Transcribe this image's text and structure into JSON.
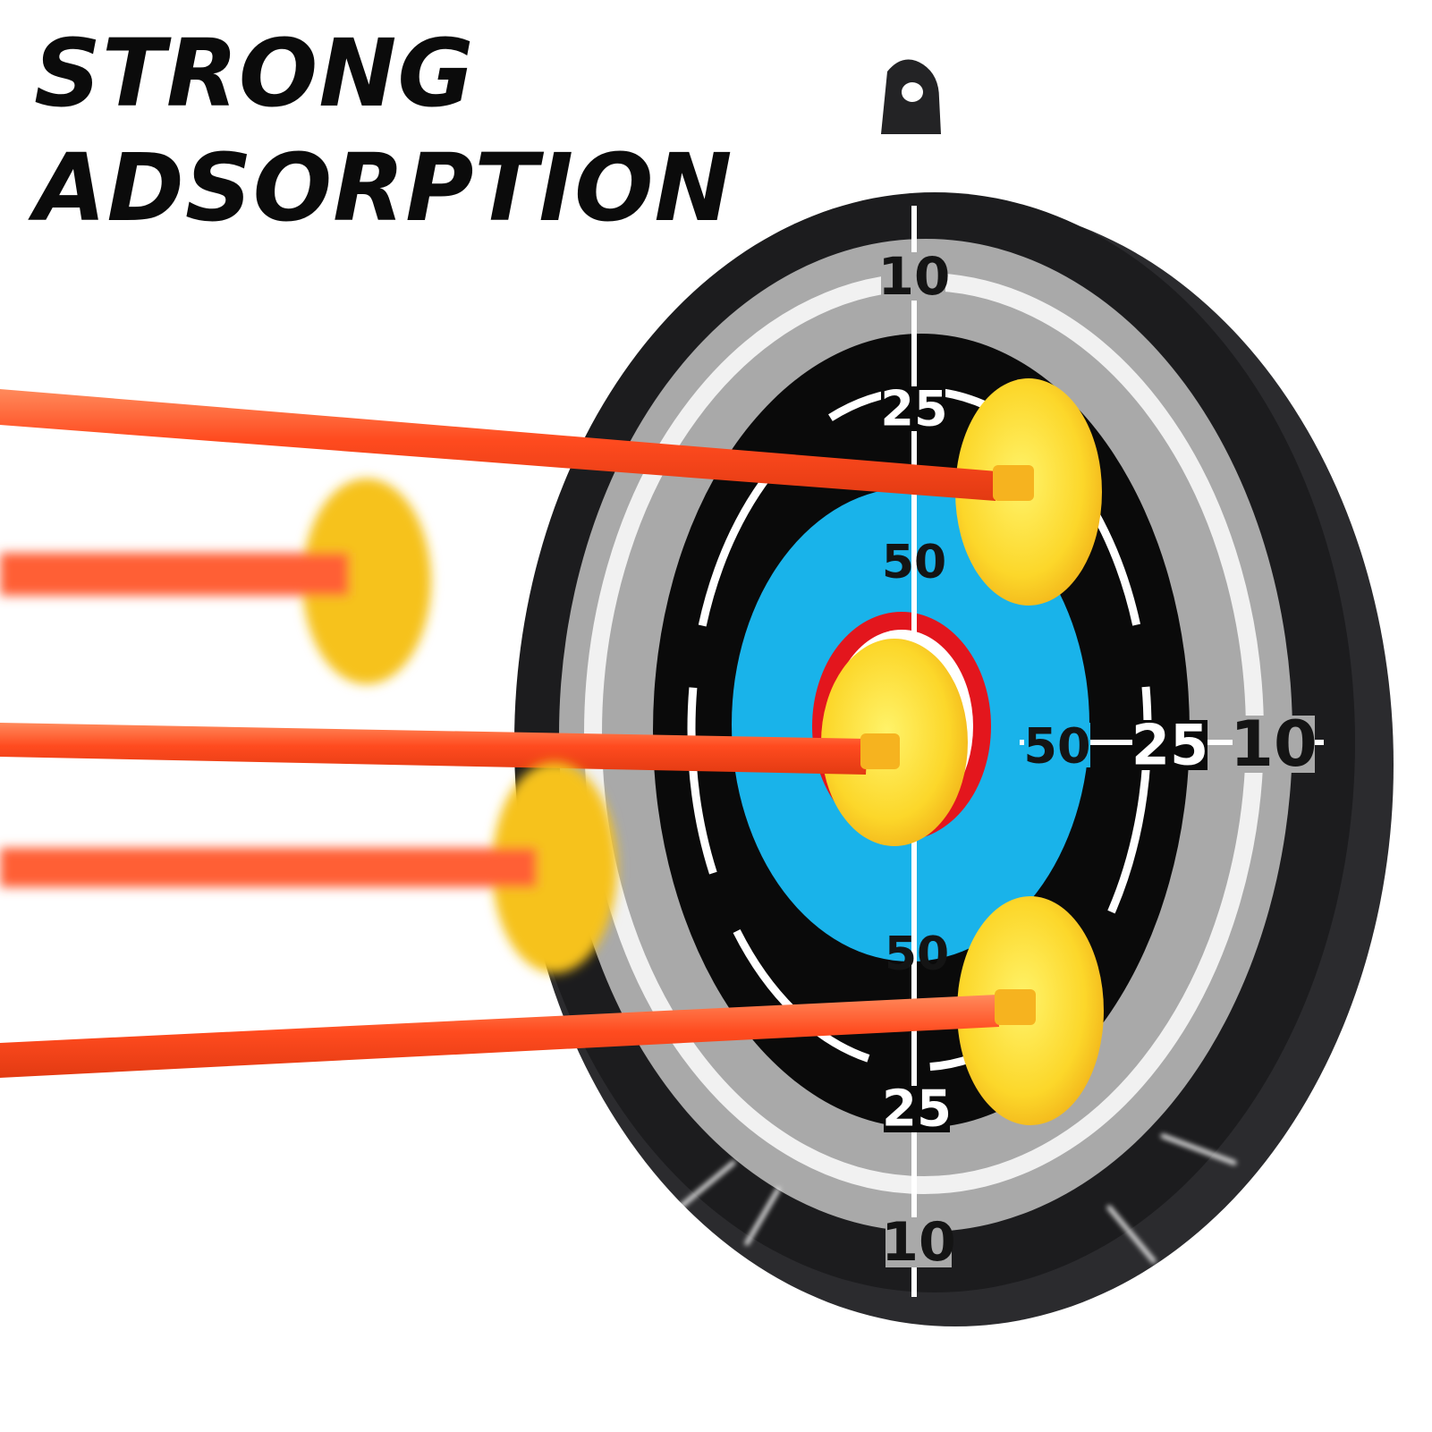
{
  "headline": {
    "line1": "STRONG",
    "line2": "ADSORPTION"
  },
  "target": {
    "ring_scores": {
      "top_outer": "10",
      "top_middle": "25",
      "top_inner": "50",
      "bottom_inner": "50",
      "bottom_middle": "25",
      "bottom_outer": "10",
      "right_inner": "50",
      "right_middle": "25",
      "right_outer": "10"
    },
    "colors": {
      "frame": "#1c1c1e",
      "outer_ring": "#a9a9a9",
      "middle_ring": "#0a0a0a",
      "inner_ring": "#19b3ea",
      "bullseye_ring": "#e3161d",
      "suction_cup": "#fbd92a",
      "arrow_shaft": "#ff5a2c"
    }
  },
  "arrows": {
    "stuck_count": 3,
    "flying_count": 2
  }
}
